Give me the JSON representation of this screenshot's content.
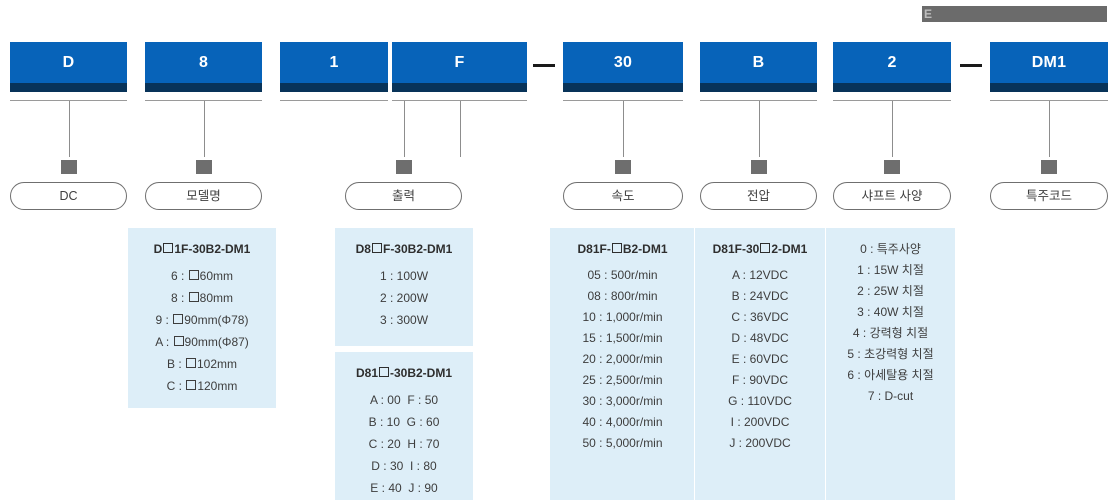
{
  "topbar": {
    "glyph": "E",
    "color": "#6b6b6b"
  },
  "theme": {
    "box_blue": "#0763b9",
    "box_footer_navy": "#083359",
    "panel_blue": "#ddeef8",
    "line_gray": "#8d8d8d"
  },
  "separators": [
    "—",
    "—"
  ],
  "code_boxes": [
    {
      "value": "D",
      "label": "DC"
    },
    {
      "value": "8",
      "label": "모델명"
    },
    {
      "value": "1",
      "label": "출력"
    },
    {
      "value": "F",
      "label": ""
    },
    {
      "value": "30",
      "label": "속도"
    },
    {
      "value": "B",
      "label": "전압"
    },
    {
      "value": "2",
      "label": "샤프트 사양"
    },
    {
      "value": "DM1",
      "label": "특주코드"
    }
  ],
  "panels": {
    "model": {
      "header_parts": [
        "D",
        "□",
        "1F-30B2-DM1"
      ],
      "rows": [
        {
          "code": "6",
          "pre": "",
          "box": true,
          "post": "60mm"
        },
        {
          "code": "8",
          "pre": "",
          "box": true,
          "post": "80mm"
        },
        {
          "code": "9",
          "pre": "",
          "box": true,
          "post": "90mm(Φ78)"
        },
        {
          "code": "A",
          "pre": "",
          "box": true,
          "post": "90mm(Φ87)"
        },
        {
          "code": "B",
          "pre": "",
          "box": true,
          "post": "102mm"
        },
        {
          "code": "C",
          "pre": "",
          "box": true,
          "post": "120mm"
        }
      ]
    },
    "output_top": {
      "header_parts": [
        "D8",
        "□",
        "F-30B2-DM1"
      ],
      "rows": [
        {
          "code": "1",
          "post": "100W"
        },
        {
          "code": "2",
          "post": "200W"
        },
        {
          "code": "3",
          "post": "300W"
        }
      ]
    },
    "output_bottom": {
      "header_parts": [
        "D81",
        "□",
        "-30B2-DM1"
      ],
      "rows": [
        {
          "left_code": "A",
          "left_val": "00",
          "right_code": "F",
          "right_val": "50"
        },
        {
          "left_code": "B",
          "left_val": "10",
          "right_code": "G",
          "right_val": "60"
        },
        {
          "left_code": "C",
          "left_val": "20",
          "right_code": "H",
          "right_val": "70"
        },
        {
          "left_code": "D",
          "left_val": "30",
          "right_code": "I",
          "right_val": "80"
        },
        {
          "left_code": "E",
          "left_val": "40",
          "right_code": "J",
          "right_val": "90"
        }
      ]
    },
    "speed": {
      "header_parts": [
        "D81F-",
        "□",
        "B2-DM1"
      ],
      "rows": [
        {
          "code": "05",
          "post": "500r/min"
        },
        {
          "code": "08",
          "post": "800r/min"
        },
        {
          "code": "10",
          "post": "1,000r/min"
        },
        {
          "code": "15",
          "post": "1,500r/min"
        },
        {
          "code": "20",
          "post": "2,000r/min"
        },
        {
          "code": "25",
          "post": "2,500r/min"
        },
        {
          "code": "30",
          "post": "3,000r/min"
        },
        {
          "code": "40",
          "post": "4,000r/min"
        },
        {
          "code": "50",
          "post": "5,000r/min"
        }
      ]
    },
    "voltage": {
      "header_parts": [
        "D81F-30",
        "□",
        "2-DM1"
      ],
      "rows": [
        {
          "code": "A",
          "post": "12VDC"
        },
        {
          "code": "B",
          "post": "24VDC"
        },
        {
          "code": "C",
          "post": "36VDC"
        },
        {
          "code": "D",
          "post": "48VDC"
        },
        {
          "code": "E",
          "post": "60VDC"
        },
        {
          "code": "F",
          "post": "90VDC"
        },
        {
          "code": "G",
          "post": "110VDC"
        },
        {
          "code": "I",
          "post": "200VDC"
        },
        {
          "code": "J",
          "post": "200VDC"
        }
      ]
    },
    "shaft": {
      "header_parts": [],
      "rows": [
        {
          "code": "0",
          "post": "특주사양"
        },
        {
          "code": "1",
          "post": "15W 치절"
        },
        {
          "code": "2",
          "post": "25W 치절"
        },
        {
          "code": "3",
          "post": "40W 치절"
        },
        {
          "code": "4",
          "post": "강력형 치절"
        },
        {
          "code": "5",
          "post": "초강력형 치절"
        },
        {
          "code": "6",
          "post": "아세탈용 치절"
        },
        {
          "code": "7",
          "post": "D-cut"
        }
      ]
    }
  }
}
